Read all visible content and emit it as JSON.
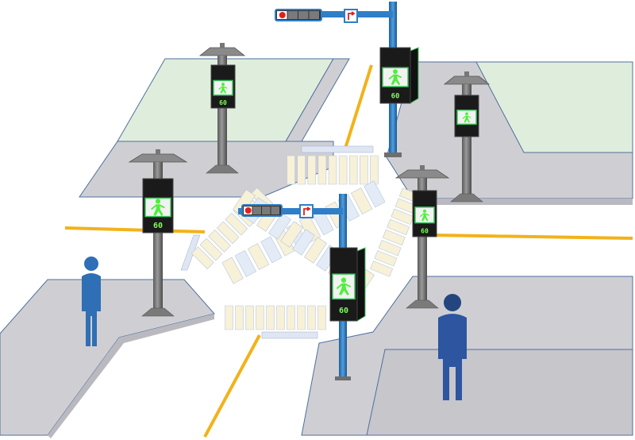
{
  "colors": {
    "background": "#ffffff",
    "sidewalk": "#cfcfd3",
    "sidewalk_edge": "#4f6fa0",
    "grass": "#dfeedc",
    "road_marking_yellow": "#f2b21a",
    "crosswalk_stripe": "#f7f1d8",
    "crosswalk_alt": "#e3ecf6",
    "pole_gray": "#6e6e6e",
    "pole_blue": "#2f7ec8",
    "signal_box": "#1a1a1a",
    "signal_walk_green": "#4cf03a",
    "signal_frame_green": "#39c45a",
    "countdown_text": "#7dff5a",
    "vehicle_signal_red": "#e0201c",
    "pedestrian_blue_light": "#2f6fb5",
    "pedestrian_blue_dark": "#23467f"
  },
  "pedestrian_signals": [
    {
      "id": "far-left",
      "countdown": "60",
      "state": "walk",
      "icon": "walking-person-icon"
    },
    {
      "id": "near-left",
      "countdown": "60",
      "state": "walk",
      "icon": "walking-person-icon"
    },
    {
      "id": "far-right",
      "countdown": "",
      "state": "walk",
      "icon": "walking-person-icon"
    },
    {
      "id": "near-right",
      "countdown": "60",
      "state": "walk",
      "icon": "walking-person-icon"
    },
    {
      "id": "blue-pole-far",
      "countdown": "60",
      "state": "walk",
      "icon": "walking-person-icon"
    },
    {
      "id": "blue-pole-near",
      "countdown": "60",
      "state": "walk",
      "icon": "walking-person-icon"
    }
  ],
  "vehicle_signals": [
    {
      "id": "top",
      "active_light": "red",
      "arrow_icon": "turn-right-arrow-icon"
    },
    {
      "id": "middle",
      "active_light": "red",
      "arrow_icon": "turn-right-arrow-icon"
    }
  ],
  "figures": [
    {
      "id": "pedestrian-left",
      "icon": "person-icon"
    },
    {
      "id": "pedestrian-right",
      "icon": "person-icon"
    }
  ]
}
